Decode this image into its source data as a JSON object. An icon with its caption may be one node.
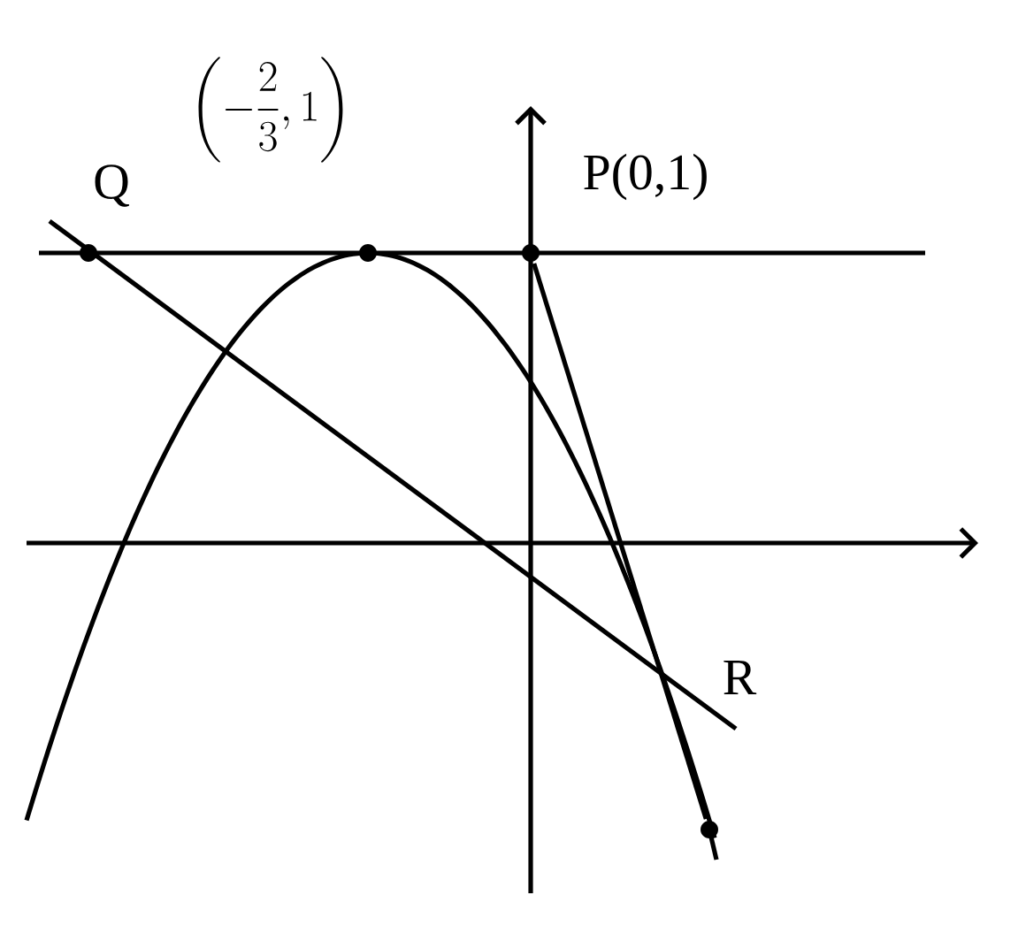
{
  "diagram": {
    "nodes": [
      {
        "text": [],
        "shape": "circle",
        "beside": [
          "Q"
        ]
      },
      {
        "text": [],
        "shape": "circle"
      },
      {
        "text": [],
        "shape": "circle",
        "beside": [
          "P(0,1)"
        ]
      },
      {
        "text": [],
        "shape": "circle"
      }
    ],
    "edges": [
      {
        "from": 2,
        "to": 3,
        "arrow": "none"
      }
    ],
    "labels": [
      "\\left(-\\frac{2}{3},1\\right)",
      "R"
    ]
  }
}
